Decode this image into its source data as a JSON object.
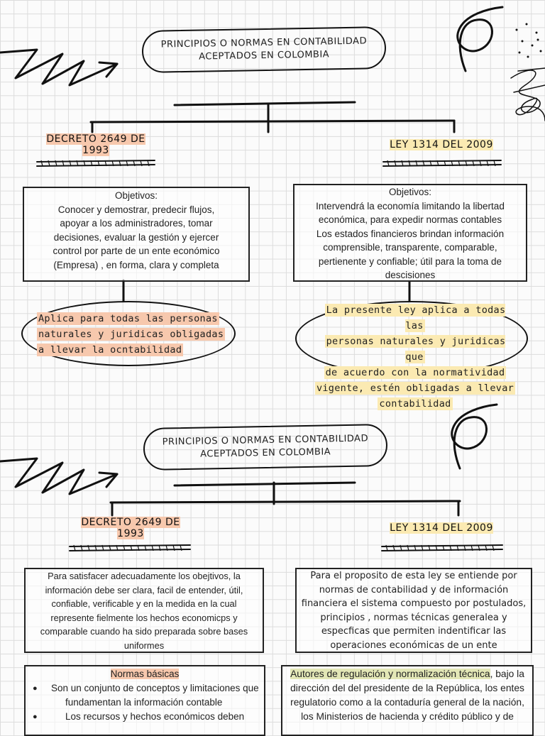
{
  "section1": {
    "title_line1": "PRINCIPIOS O NORMAS EN CONTABILIDAD",
    "title_line2": "ACEPTADOS EN COLOMBIA",
    "left_header_line1": "DECRETO 2649 DE",
    "left_header_line2": "1993",
    "right_header": "LEY 1314 DEL 2009",
    "left_box_lines": [
      "Objetivos:",
      "Conocer y demostrar, predecir flujos,",
      "apoyar a los administradores, tomar",
      "decisiones, evaluar la gestión y ejercer",
      "control por parte de un ente económico",
      "(Empresa) , en forma, clara y completa"
    ],
    "right_box_lines": [
      "Objetivos:",
      "Intervendrá la economía limitando la libertad",
      "económica, para expedir normas contables",
      "Los estados financieros brindan información",
      "comprensible, transparente, comparable,",
      "pertienente y confiable; útil para la toma de",
      "descisiones"
    ],
    "left_oval_lines": [
      "Aplica para todas las personas",
      "naturales y juridicas obligadas",
      "a llevar la ocntabilidad"
    ],
    "right_oval_lines": [
      "La presente ley aplica a todas las",
      "personas naturales y juridicas que",
      "de acuerdo con la normatividad",
      "vigente, estén obligadas a llevar",
      "contabilidad"
    ]
  },
  "section2": {
    "title_line1": "PRINCIPIOS O NORMAS EN CONTABILIDAD",
    "title_line2": "ACEPTADOS EN COLOMBIA",
    "left_header_line1": "DECRETO 2649 DE",
    "left_header_line2": "1993",
    "right_header": "LEY 1314 DEL 2009",
    "left_box_lines": [
      "Para satisfacer adecuadamente los obejtivos, la",
      "información debe ser clara, facil de entender, útil,",
      "confiable, verificable y en la medida en la cual",
      "represente fielmente los hechos economicps y",
      "comparable cuando ha sido preparada sobre bases",
      "uniformes"
    ],
    "right_box_lines": [
      "Para el proposito de esta ley se entiende por",
      "normas de contabilidad y de información",
      "financiera el sistema compuesto por postulados,",
      "principios , normas técnicas generalea y",
      "especficas que permiten indentificar las",
      "operaciones económicas de un ente"
    ],
    "left_list_title": "Normas básicas",
    "left_list_items": [
      "Son un conjunto de conceptos y limitaciones que",
      "fundamentan la información contable",
      "Los recursos y  hechos económicos deben"
    ],
    "right_list_highlight": "Autores de regulación y normalización técnica",
    "right_list_rest_line1": ", bajo la",
    "right_list_lines": [
      "dirección del del presidente de la República, los entes",
      "regulatorio como a la contaduría general de la nación,",
      "los Ministerios de hacienda y crédito público y de"
    ]
  },
  "colors": {
    "orange_highlight": "#f7c8ad",
    "yellow_highlight": "#fbeab2",
    "green_highlight": "#e3e7b6",
    "ink": "#111111"
  }
}
